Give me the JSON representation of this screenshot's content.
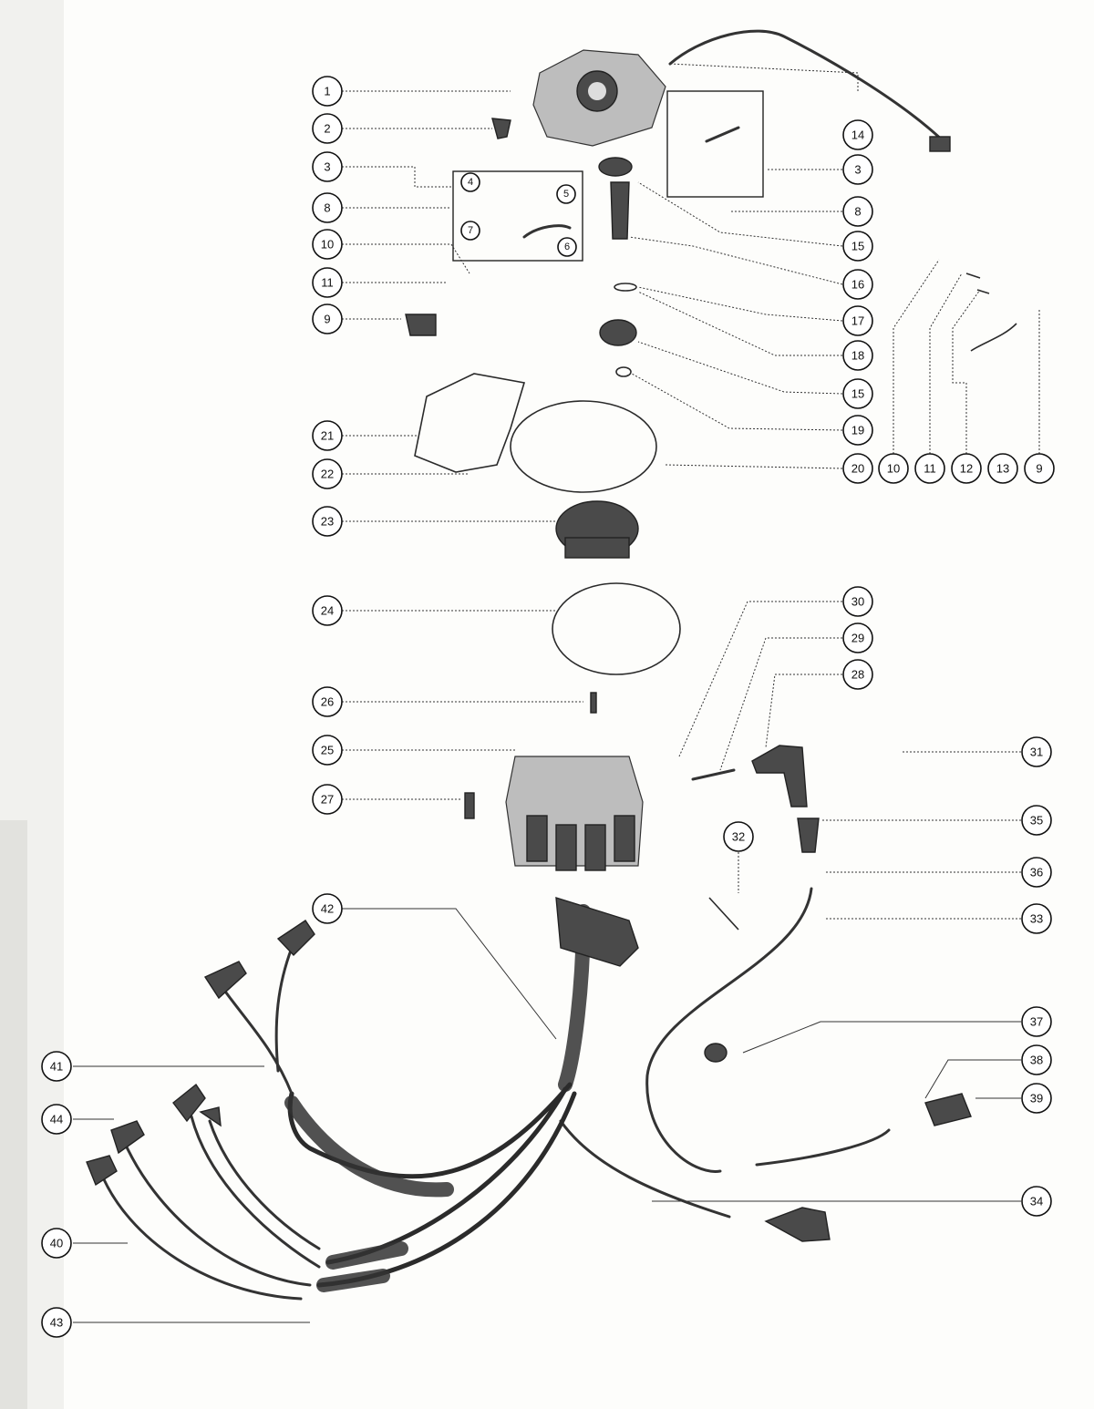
{
  "callouts": [
    {
      "id": "c1",
      "label": "1"
    },
    {
      "id": "c2",
      "label": "2"
    },
    {
      "id": "c3a",
      "label": "3"
    },
    {
      "id": "c3b",
      "label": "3"
    },
    {
      "id": "c4",
      "label": "4"
    },
    {
      "id": "c5",
      "label": "5"
    },
    {
      "id": "c6",
      "label": "6"
    },
    {
      "id": "c7",
      "label": "7"
    },
    {
      "id": "c8a",
      "label": "8"
    },
    {
      "id": "c8b",
      "label": "8"
    },
    {
      "id": "c9a",
      "label": "9"
    },
    {
      "id": "c9b",
      "label": "9"
    },
    {
      "id": "c10a",
      "label": "10"
    },
    {
      "id": "c10b",
      "label": "10"
    },
    {
      "id": "c11a",
      "label": "11"
    },
    {
      "id": "c11b",
      "label": "11"
    },
    {
      "id": "c12",
      "label": "12"
    },
    {
      "id": "c13",
      "label": "13"
    },
    {
      "id": "c14",
      "label": "14"
    },
    {
      "id": "c15a",
      "label": "15"
    },
    {
      "id": "c15b",
      "label": "15"
    },
    {
      "id": "c16",
      "label": "16"
    },
    {
      "id": "c17",
      "label": "17"
    },
    {
      "id": "c18",
      "label": "18"
    },
    {
      "id": "c19",
      "label": "19"
    },
    {
      "id": "c20",
      "label": "20"
    },
    {
      "id": "c21",
      "label": "21"
    },
    {
      "id": "c22",
      "label": "22"
    },
    {
      "id": "c23",
      "label": "23"
    },
    {
      "id": "c24",
      "label": "24"
    },
    {
      "id": "c25",
      "label": "25"
    },
    {
      "id": "c26",
      "label": "26"
    },
    {
      "id": "c27",
      "label": "27"
    },
    {
      "id": "c28",
      "label": "28"
    },
    {
      "id": "c29",
      "label": "29"
    },
    {
      "id": "c30",
      "label": "30"
    },
    {
      "id": "c31",
      "label": "31"
    },
    {
      "id": "c32",
      "label": "32"
    },
    {
      "id": "c33",
      "label": "33"
    },
    {
      "id": "c34",
      "label": "34"
    },
    {
      "id": "c35",
      "label": "35"
    },
    {
      "id": "c36",
      "label": "36"
    },
    {
      "id": "c37",
      "label": "37"
    },
    {
      "id": "c38",
      "label": "38"
    },
    {
      "id": "c39",
      "label": "39"
    },
    {
      "id": "c40",
      "label": "40"
    },
    {
      "id": "c41",
      "label": "41"
    },
    {
      "id": "c42",
      "label": "42"
    },
    {
      "id": "c43",
      "label": "43"
    },
    {
      "id": "c44",
      "label": "44"
    }
  ],
  "colors": {
    "ink": "#222222",
    "paper": "#fdfdfb"
  }
}
